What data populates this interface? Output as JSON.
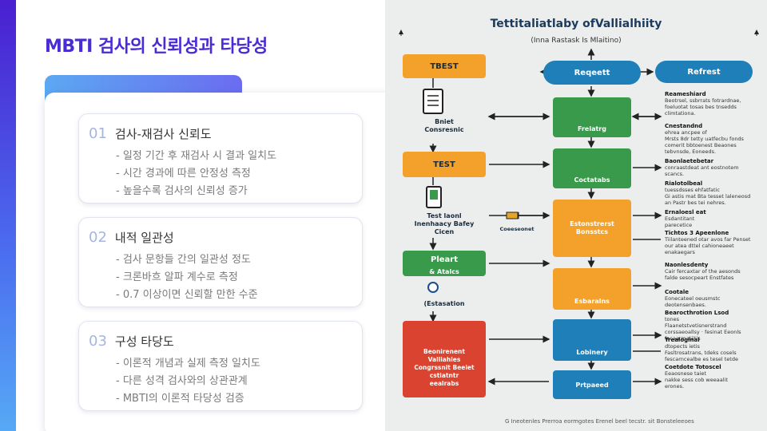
{
  "slide": {
    "title": "MBTI 검사의 신뢰성과 타당성",
    "items": [
      {
        "num": "01",
        "title": "검사-재검사 신뢰도",
        "lines": [
          "- 일정 기간 후 재검사 시 결과 일치도",
          "- 시간 경과에 따른 안정성 측정",
          "- 높을수록 검사의 신뢰성 증가"
        ]
      },
      {
        "num": "02",
        "title": "내적 일관성",
        "lines": [
          "- 검사 문항들 간의 일관성 정도",
          "- 크론바흐 알파 계수로 측정",
          "- 0.7 이상이면 신뢰할 만한 수준"
        ]
      },
      {
        "num": "03",
        "title": "구성 타당도",
        "lines": [
          "- 이론적 개념과 실제 측정 일치도",
          "- 다른 성격 검사와의 상관관계",
          "- MBTI의 이론적 타당성 검증"
        ]
      }
    ]
  },
  "diagram": {
    "title": "Tettitaliatlaby ofVallialhiity",
    "subtitle": "(Inna Rastask Is Mlaitino)",
    "left_boxes": [
      "TBEST",
      "TEST",
      "Pleart"
    ],
    "left_labels": [
      "Bniet\nConsresnic",
      "Test laonl\nInenhaacy Bafey\nCicen",
      "& Atalcs",
      "(Estasation",
      "Beonirenent\nValliahies\nCongrssnit Beeiet\ncstiatntr\neealrabs",
      "Coeeseonet"
    ],
    "top_pills": [
      "Reqeett",
      "Refrest"
    ],
    "center_boxes": [
      "Frelatrg",
      "Coctatabs",
      "Estonstrerst\nBonsstcs",
      "Esbaralns",
      "Lobinery",
      "Prtpaeed"
    ],
    "notes": [
      {
        "head": "Reameshiard",
        "body": "Beotrsel, ssbrrats fotrardnae,\nfoeluotat tosas bes tnsedds\nclimtationa."
      },
      {
        "head": "Cnestandnd",
        "body": "ehrea ancpee of\nMrsts 8dr tetty uatfecbu fonds\ncomerit bbtoenest Beaones\ntebvnsde, Eoneeds."
      },
      {
        "head": "Baonlaetebetar",
        "body": "conraastdeat ant eostnotem\nscancs."
      },
      {
        "head": "Rialotolbeal",
        "body": "tuessdsses ehfatfatic\nGi astis mat Bta tesset laleneosd\nan Pastr bes tei nehres."
      },
      {
        "head": "Ernaloesl eat",
        "body": "Esdantitant\nparecetice"
      },
      {
        "head": "Tichtos 3 Apeenlone",
        "body": "Tiilanteened otar avos far Penset\nour atea dttel cahioneaeet\nenakaegars"
      },
      {
        "head": "Naonlesdenty",
        "body": "Cair fercaxtar of the aesonds\nfalde sesocpeart Enstfates"
      },
      {
        "head": "Cootale",
        "body": "Eonecateel oeusmstc\ndeotensenbaes."
      },
      {
        "head": "Bearocthrotion Lsod",
        "body": "tones\nFlaanetstvetisnerstrand\ncorssaeoallsy · fesinat Eeonls\nfacaarmatiitis"
      },
      {
        "head": "Trealoginal",
        "body": "dtopects ietis\nFasltrosatrans, tdeks cosels\nfescarncealbe es tesel tetde"
      },
      {
        "head": "Coetdote Totoscel",
        "body": "Eeaosnese taiet\nnakke sess cob weeaalit\nerones."
      }
    ],
    "footer": "G Ineotenles Prerroa eormgotes Erenel beel tecstr. sit Bonsteleeoes"
  }
}
